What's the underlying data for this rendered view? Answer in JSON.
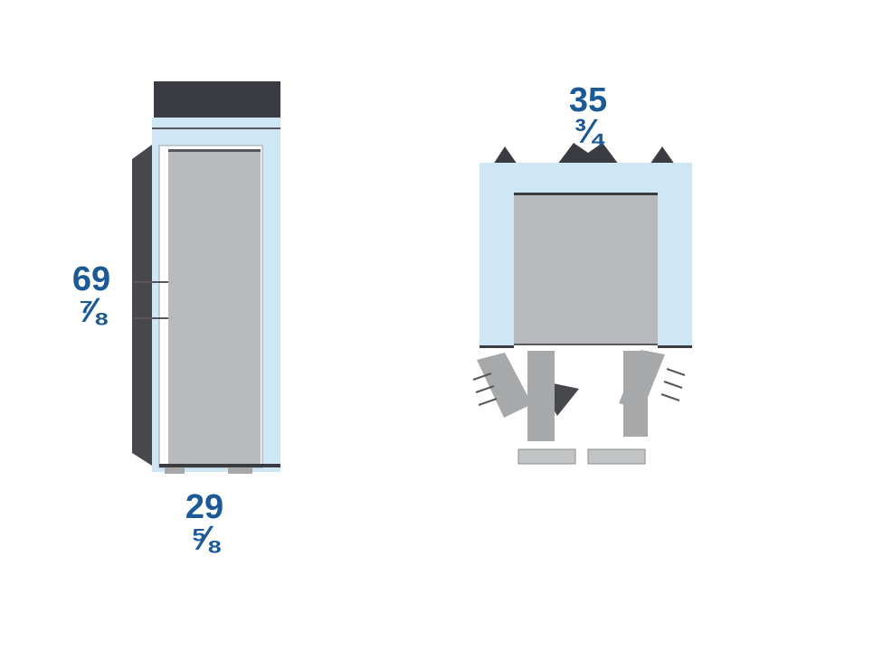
{
  "palette": {
    "background": "#ffffff",
    "light_blue": "#cfe7f4",
    "body_gray": "#b7b9bb",
    "leg_gray": "#a6a8aa",
    "bar_gray": "#c2c4c6",
    "dark": "#3a3c41",
    "dark_soft": "#46484c",
    "outline": "#55575a",
    "accent_blue": "#1b5a96"
  },
  "diagram": {
    "description": "Appliance dimension drawing: side view (left) and front view with open base legs (right)",
    "labels": {
      "height": [
        "69",
        "⅞"
      ],
      "depth": [
        "29",
        "⅝"
      ],
      "width": [
        "35",
        "¾"
      ]
    }
  }
}
